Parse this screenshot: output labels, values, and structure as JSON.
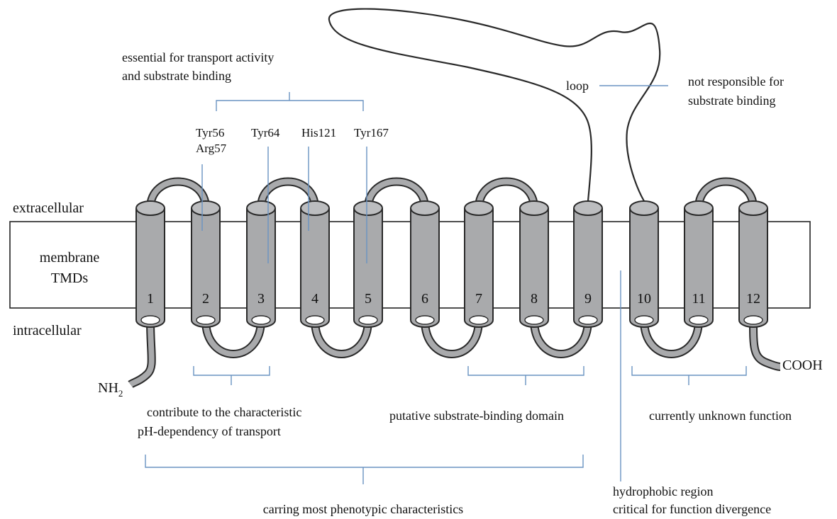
{
  "labels": {
    "extracellular": "extracellular",
    "membrane": "membrane",
    "tmds": "TMDs",
    "intracellular": "intracellular",
    "nh2_main": "NH",
    "nh2_sub": "2",
    "cooh": "COOH",
    "loop": "loop"
  },
  "residues": {
    "tyr56": "Tyr56",
    "arg57": "Arg57",
    "tyr64": "Tyr64",
    "his121": "His121",
    "tyr167": "Tyr167"
  },
  "annotations": {
    "essential_line1": "essential for transport activity",
    "essential_line2": "and substrate binding",
    "not_responsible_line1": "not responsible for",
    "not_responsible_line2": "substrate binding",
    "ph_line1": "contribute to the characteristic",
    "ph_line2": "pH-dependency of transport",
    "substrate_domain": "putative substrate-binding domain",
    "unknown_function": "currently unknown function",
    "phenotypic": "carring most phenotypic characteristics",
    "hydrophobic_line1": "hydrophobic region",
    "hydrophobic_line2": "critical for function divergence"
  },
  "helices": [
    "1",
    "2",
    "3",
    "4",
    "5",
    "6",
    "7",
    "8",
    "9",
    "10",
    "11",
    "12"
  ],
  "colors": {
    "helix_fill": "#a9aaac",
    "outline": "#2a2a2a",
    "bracket": "#6a93c2"
  }
}
